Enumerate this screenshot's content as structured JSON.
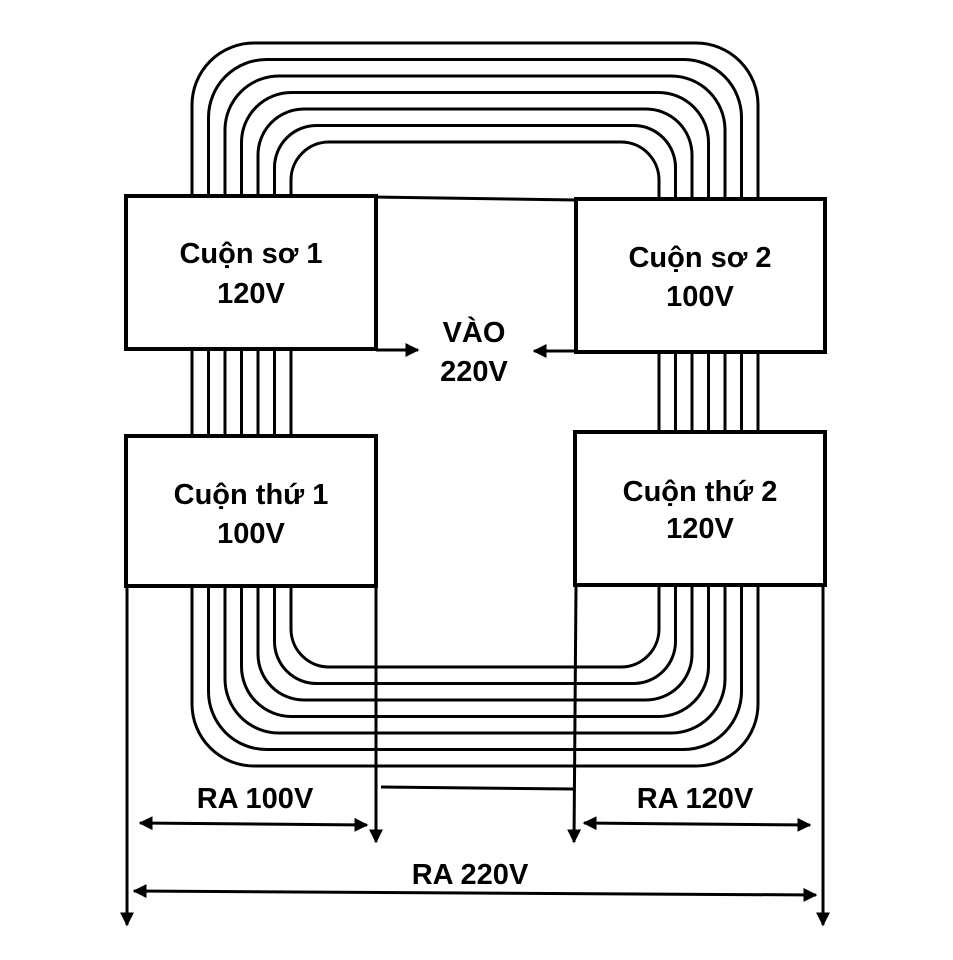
{
  "coils": {
    "primary1": {
      "name": "Cuộn sơ 1",
      "voltage": "120V"
    },
    "primary2": {
      "name": "Cuộn sơ 2",
      "voltage": "100V"
    },
    "secondary1": {
      "name": "Cuộn thứ 1",
      "voltage": "100V"
    },
    "secondary2": {
      "name": "Cuộn thứ 2",
      "voltage": "120V"
    }
  },
  "input": {
    "line1": "VÀO",
    "line2": "220V"
  },
  "outputs": {
    "out1": "RA 100V",
    "out2": "RA 120V",
    "total": "RA 220V"
  },
  "colors": {
    "ink": "#000000",
    "paper": "#ffffff"
  }
}
